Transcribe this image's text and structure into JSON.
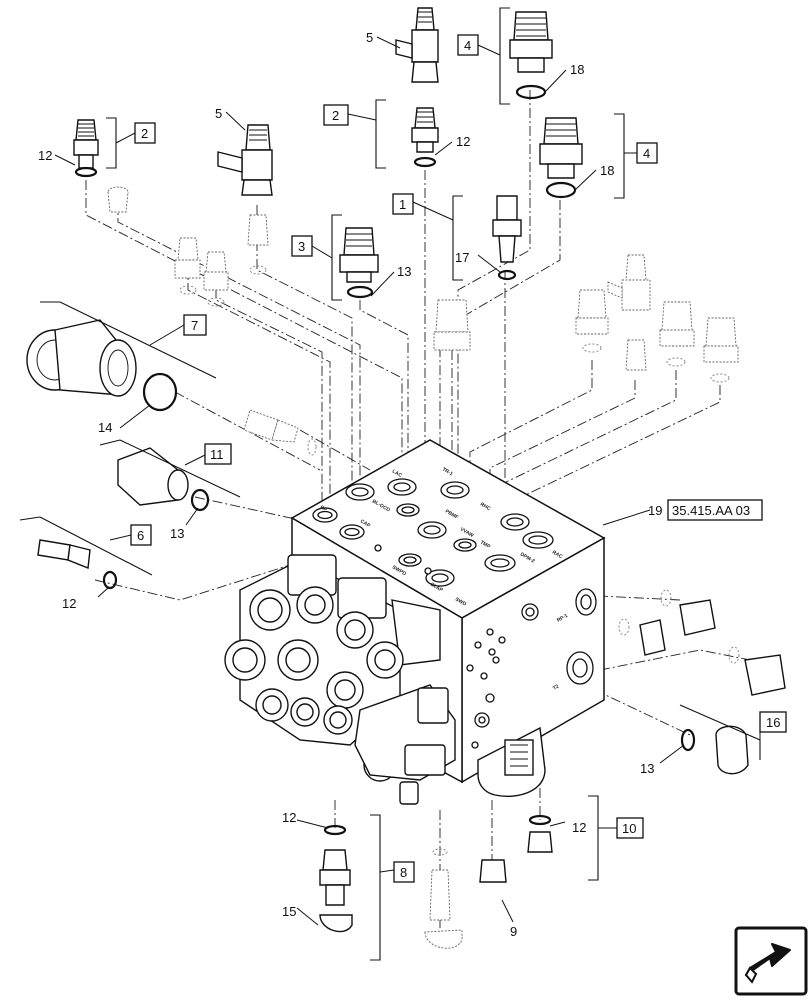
{
  "callouts": {
    "c1": "1",
    "c2a": "2",
    "c2b": "2",
    "c3": "3",
    "c4a": "4",
    "c4b": "4",
    "c5a": "5",
    "c5b": "5",
    "c6": "6",
    "c7": "7",
    "c8": "8",
    "c9": "9",
    "c10": "10",
    "c11": "11",
    "c12a": "12",
    "c12b": "12",
    "c12c": "12",
    "c12d": "12",
    "c12e": "12",
    "c13a": "13",
    "c13b": "13",
    "c13c": "13",
    "c14": "14",
    "c15": "15",
    "c16": "16",
    "c17": "17",
    "c18a": "18",
    "c18b": "18",
    "c19": "19"
  },
  "reference": "35.415.AA 03",
  "port_labels": {
    "lac": "LAC",
    "bp": "BP",
    "tr_1": "TR-1",
    "pbmf": "PBMF",
    "rhc": "RHC",
    "blocd": "BL-OCD",
    "cap": "CAP",
    "vvaw": "VVAW",
    "tmp": "TMP",
    "dpm": "DPM-2",
    "rac": "RAC",
    "swpd": "SWPD",
    "clap": "CLAP",
    "swd": "SWD",
    "rp": "RP-1",
    "t2": "T2"
  },
  "icons": {
    "nav": "next-page-arrow-icon"
  }
}
